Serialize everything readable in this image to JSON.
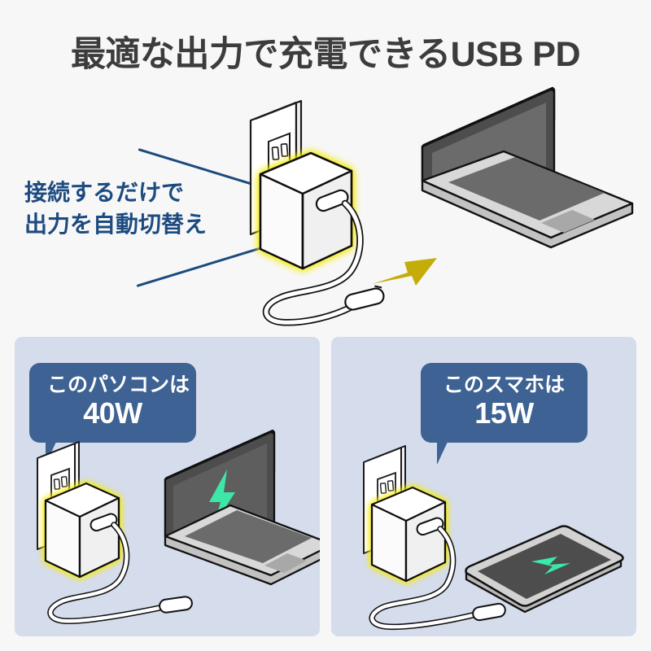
{
  "page": {
    "background_color": "#f7f7f7",
    "title": "最適な出力で充電できるUSB PD"
  },
  "hero": {
    "note_line1": "接続するだけで",
    "note_line2": "出力を自動切替え",
    "note_color": "#1d4b80",
    "arrow_color": "#c4ad0a",
    "icons": {
      "wall_outlet": "wall-outlet-icon",
      "ac_adapter": "ac-adapter-icon",
      "usb_c_cable": "usb-c-cable-icon",
      "laptop": "laptop-icon",
      "arrow": "arrow-right-icon"
    }
  },
  "panels": [
    {
      "id": "laptop-panel",
      "background_color": "#d5dcec",
      "bubble": {
        "line1": "このパソコンは",
        "line2": "40W",
        "color": "#3d6293"
      },
      "device": "laptop",
      "charge_icon": "lightning-bolt-icon",
      "charge_icon_color": "#3ce8a8"
    },
    {
      "id": "smartphone-panel",
      "background_color": "#d5dcec",
      "bubble": {
        "line1": "このスマホは",
        "line2": "15W",
        "color": "#3d6293"
      },
      "device": "smartphone",
      "charge_icon": "lightning-bolt-icon",
      "charge_icon_color": "#3ce8a8"
    }
  ],
  "palette": {
    "title_text": "#3c3c3c",
    "navy": "#1b4b7e",
    "panel_bg": "#d5dcec",
    "bubble_bg": "#3d6293",
    "glow_yellow": "#f5ec00",
    "arrow_olive": "#c4ad0a",
    "screen_dark": "#4d4d4d",
    "body_light": "#d8d8d8",
    "teal": "#3ce8a8"
  }
}
